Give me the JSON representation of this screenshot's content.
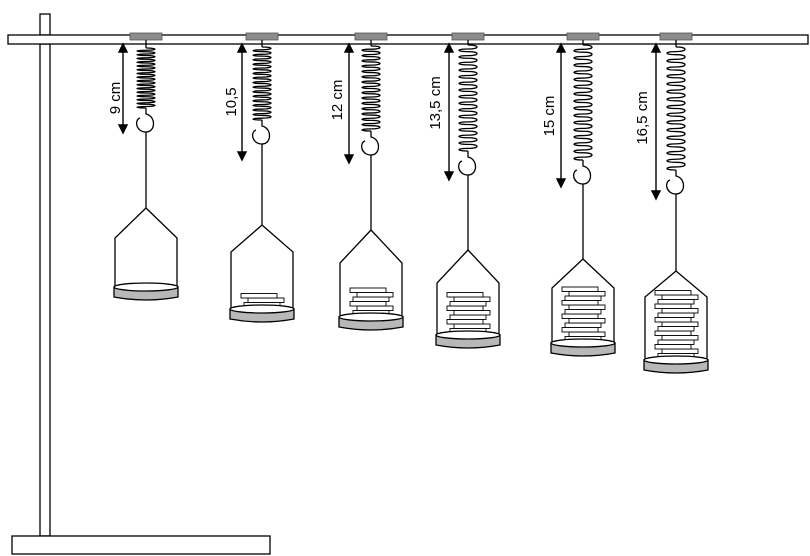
{
  "diagram": {
    "springs": [
      {
        "id": "s1",
        "length_label": "9 cm",
        "stretch_cm": 9,
        "weights": 0
      },
      {
        "id": "s2",
        "length_label": "10,5",
        "stretch_cm": 10.5,
        "weights": 3
      },
      {
        "id": "s3",
        "length_label": "12 cm",
        "stretch_cm": 12,
        "weights": 6
      },
      {
        "id": "s4",
        "length_label": "13,5 cm",
        "stretch_cm": 13.5,
        "weights": 9
      },
      {
        "id": "s5",
        "length_label": "15 cm",
        "stretch_cm": 15,
        "weights": 12
      },
      {
        "id": "s6",
        "length_label": "16,5 cm",
        "stretch_cm": 16.5,
        "weights": 15
      }
    ],
    "colors": {
      "line": "#000000",
      "clamp": "#8c8c8c",
      "pan_fill": "#b8b8b8",
      "weight_fill": "#ffffff"
    }
  }
}
